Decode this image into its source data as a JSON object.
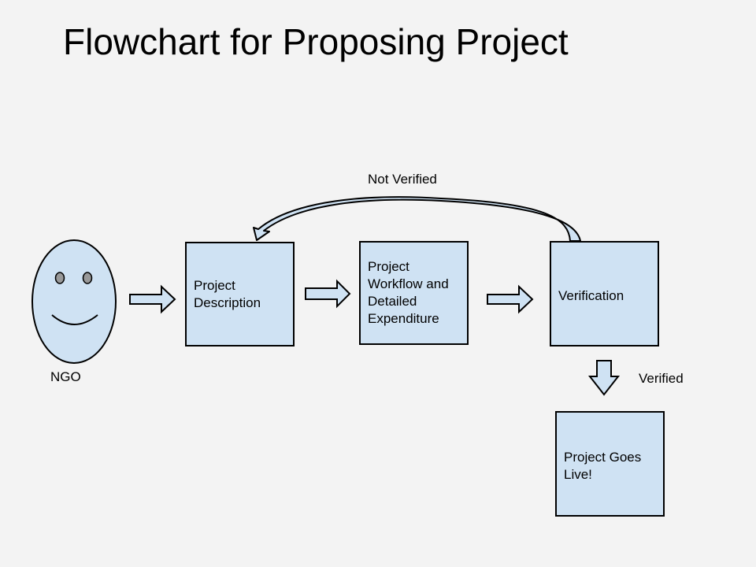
{
  "title": "Flowchart for Proposing Project",
  "actor": {
    "label": "NGO"
  },
  "boxes": {
    "description": [
      "Project",
      "Description"
    ],
    "workflow": [
      "Project",
      "Workflow and",
      "Detailed",
      "Expenditure"
    ],
    "verification": [
      "Verification"
    ],
    "live": [
      "Project Goes",
      "Live!"
    ]
  },
  "edges": {
    "not_verified": "Not Verified",
    "verified": "Verified"
  },
  "colors": {
    "fill": "#cfe2f3",
    "stroke": "#000000",
    "background": "#f3f3f3"
  }
}
